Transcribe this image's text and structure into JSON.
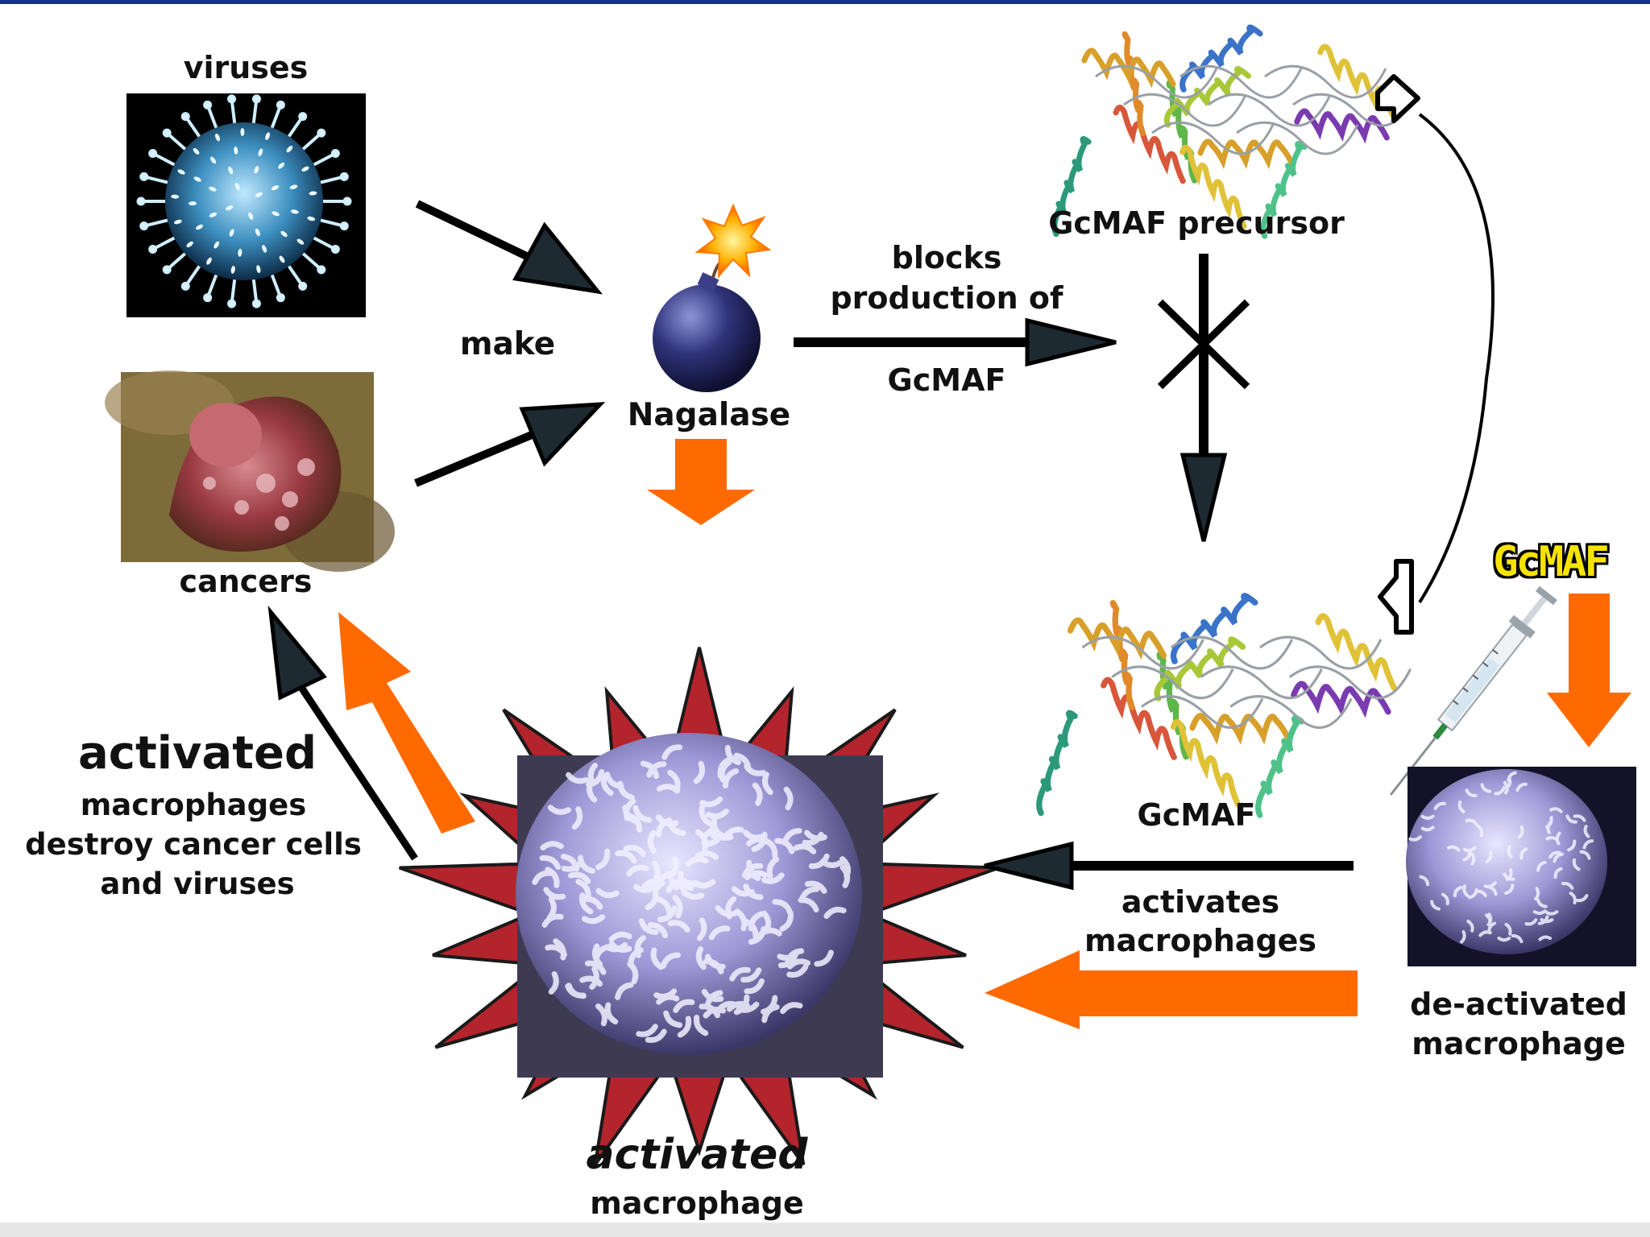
{
  "labels": {
    "viruses": "viruses",
    "cancers": "cancers",
    "make": "make",
    "nagalase": "Nagalase",
    "blocks_line1": "blocks",
    "blocks_line2": "production of",
    "blocks_line3": "GcMAF",
    "gcmaf_precursor": "GcMAF precursor",
    "gcmaf": "GcMAF",
    "gcmaf_badge": "GcMAF",
    "activates_line1": "activates",
    "activates_line2": "macrophages",
    "deactivated_line1": "de-activated",
    "deactivated_line2": "macrophage",
    "activated_big": "activated",
    "destroy_line1": "macrophages",
    "destroy_line2": "destroy cancer cells",
    "destroy_line3": "and viruses",
    "bottom_activated": "activated",
    "bottom_macrophage": "macrophage"
  },
  "colors": {
    "arrow_dark": "#1a2128",
    "arrow_orange": "#ff6a00",
    "starburst": "#b3242c",
    "top_bar": "#14318f",
    "badge_fill": "#f5e400"
  }
}
